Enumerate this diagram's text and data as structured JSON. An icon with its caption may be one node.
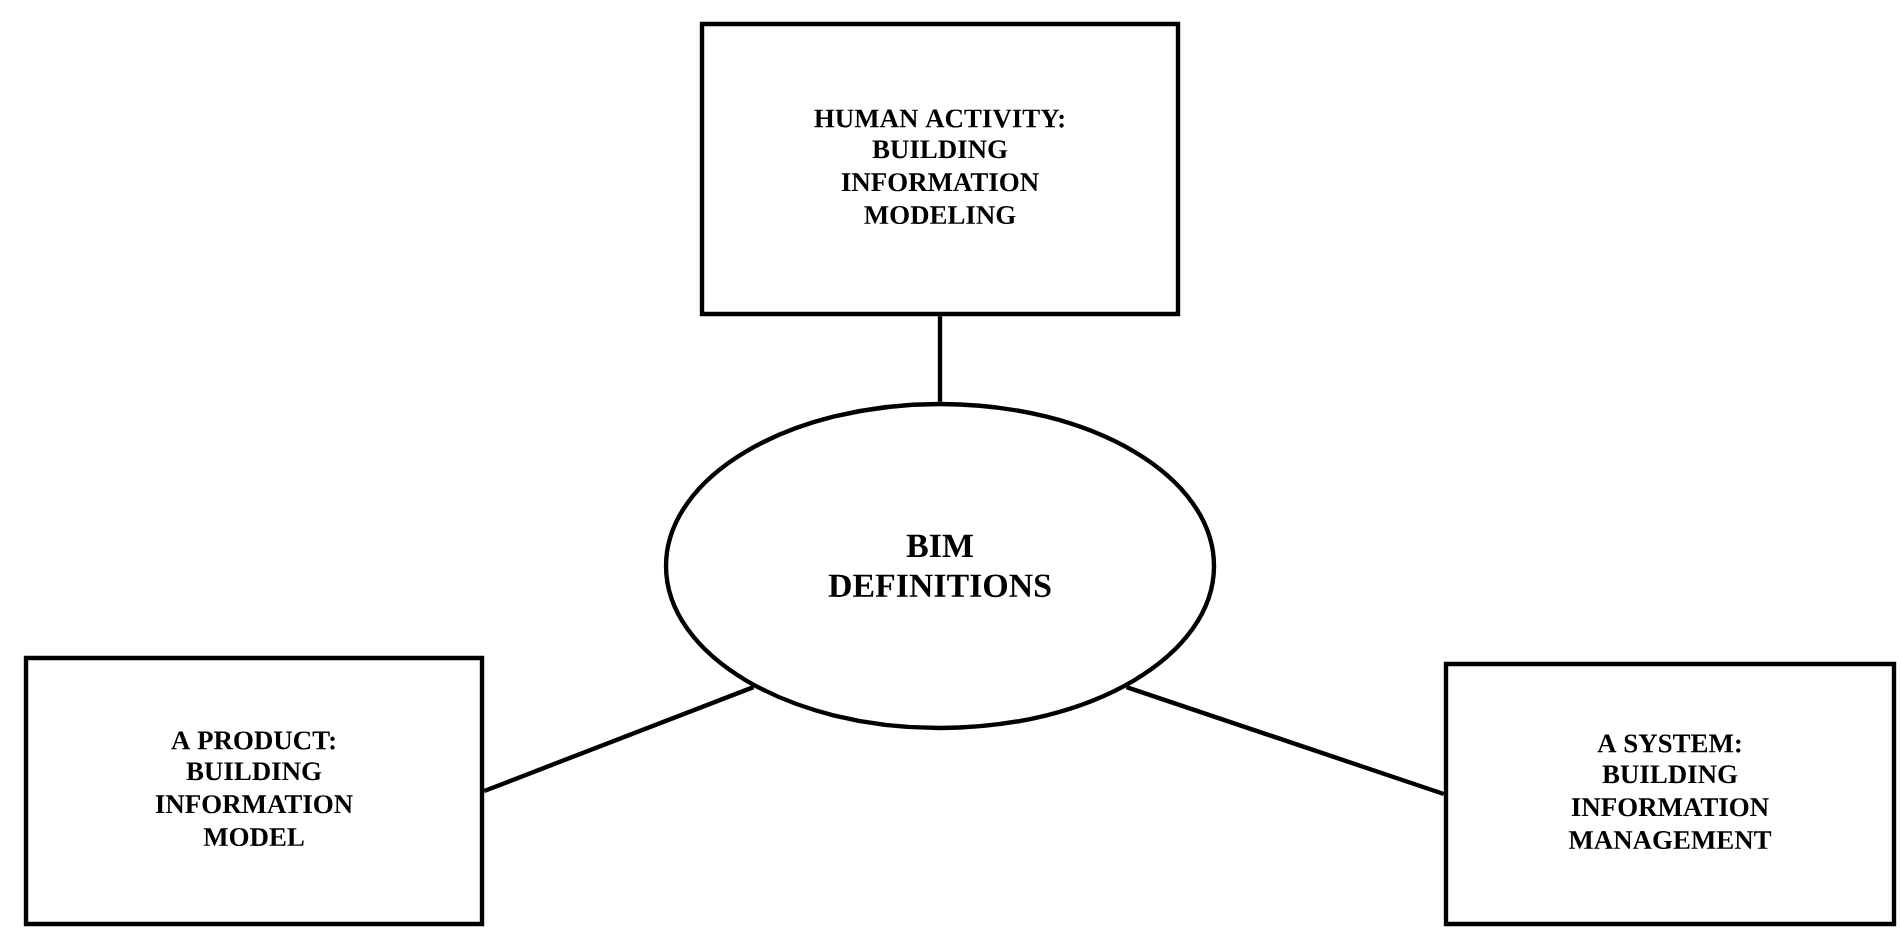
{
  "diagram": {
    "nodes": [
      {
        "text": [
          "HUMAN ACTIVITY:",
          "BUILDING INFORMATION MODELING"
        ]
      },
      {
        "text": [
          "BIM DEFINITIONS"
        ]
      },
      {
        "text": [
          "A PRODUCT:",
          "BUILDING INFORMATION MODEL"
        ]
      },
      {
        "text": [
          "A SYSTEM:",
          "BUILDING INFORMATION MANAGEMENT"
        ]
      }
    ],
    "edges": [
      {
        "from": 1,
        "to": 0,
        "arrow": "none"
      },
      {
        "from": 1,
        "to": 2,
        "arrow": "none"
      },
      {
        "from": 1,
        "to": 3,
        "arrow": "none"
      }
    ]
  }
}
